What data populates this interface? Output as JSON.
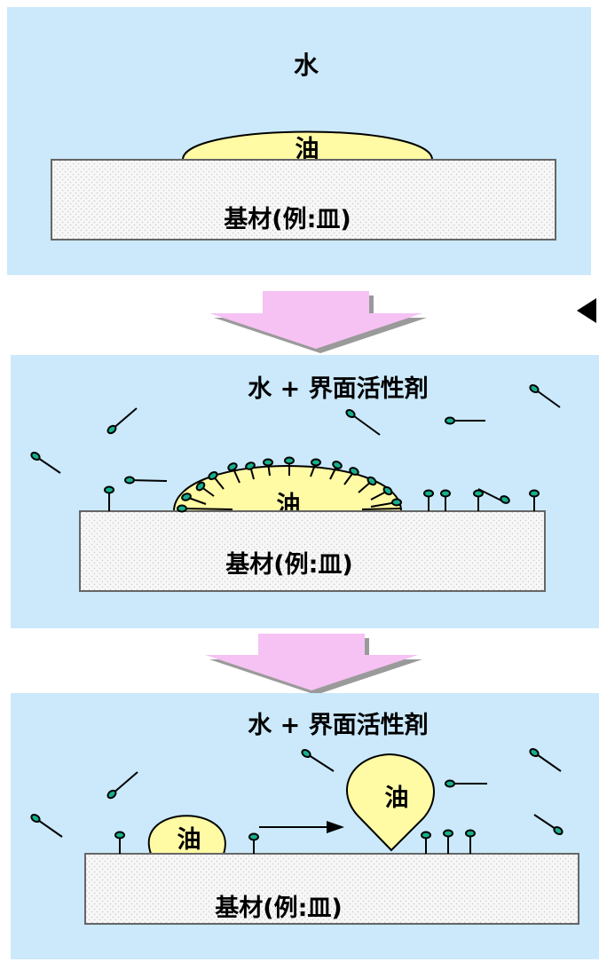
{
  "colors": {
    "water": "#cbe9fb",
    "oil": "#fffaa4",
    "substrate": "#f7f7f7",
    "surfactant_head": "#16b08c",
    "arrow_fill": "#f5c2f3",
    "arrow_shadow": "#9a9a9a"
  },
  "panels": [
    {
      "water_label": "水",
      "oil_label": "油",
      "substrate_label": "基材(例:皿)"
    },
    {
      "water_label": "水 + 界面活性剤",
      "oil_label": "油",
      "substrate_label": "基材(例:皿)"
    },
    {
      "water_label": "水 + 界面活性剤",
      "oil_labels": [
        "油",
        "油"
      ],
      "substrate_label": "基材(例:皿)"
    }
  ],
  "icons": {
    "side_marker": "triangle-left",
    "surfactant": "lollipop-molecule",
    "motion_arrow": "arrow-right"
  }
}
